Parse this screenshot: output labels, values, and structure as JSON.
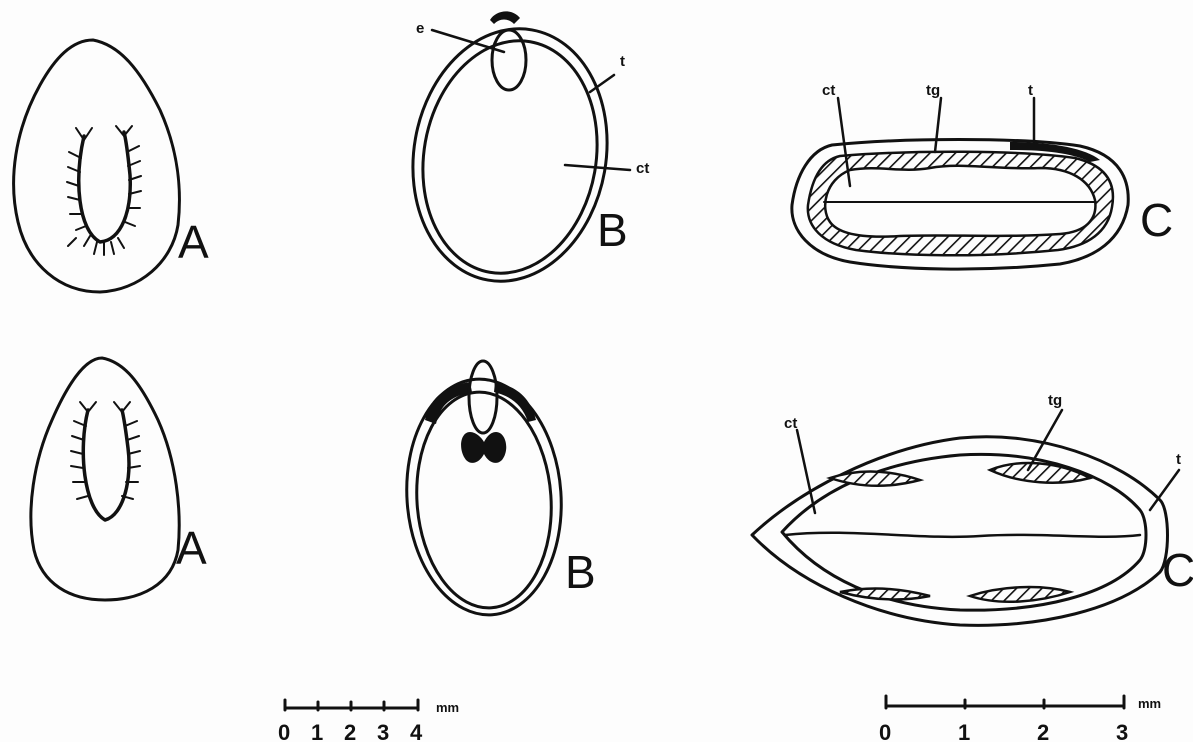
{
  "panels": {
    "top": {
      "A": "A",
      "B": "B",
      "C": "C",
      "B_labels": {
        "e": "e",
        "t": "t",
        "ct": "ct"
      },
      "C_labels": {
        "ct": "ct",
        "tg": "tg",
        "t": "t"
      }
    },
    "bottom": {
      "A": "A",
      "B": "B",
      "C": "C",
      "C_labels": {
        "ct": "ct",
        "tg": "tg",
        "t": "t"
      }
    }
  },
  "scale_left": {
    "unit": "mm",
    "ticks": [
      "0",
      "1",
      "2",
      "3",
      "4"
    ]
  },
  "scale_right": {
    "unit": "mm",
    "ticks": [
      "0",
      "1",
      "2",
      "3"
    ]
  },
  "colors": {
    "ink": "#111111",
    "paper": "#fdfdfd"
  }
}
